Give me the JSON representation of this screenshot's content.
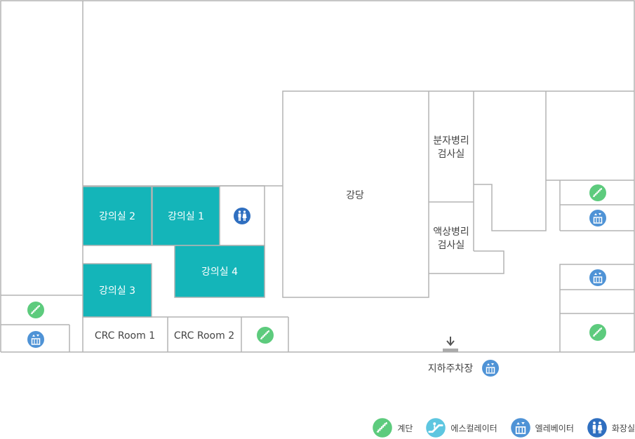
{
  "map": {
    "rooms": {
      "lecture2": "강의실 2",
      "lecture1": "강의실 1",
      "lecture3": "강의실 3",
      "lecture4": "강의실 4",
      "crc1": "CRC Room 1",
      "crc2": "CRC Room 2",
      "auditorium": "강당",
      "molecular_line1": "분자병리",
      "molecular_line2": "검사실",
      "liquid_line1": "액상병리",
      "liquid_line2": "검사실"
    },
    "parking_label": "지하주차장"
  },
  "legend": {
    "stairs": "계단",
    "escalator": "에스컬레이터",
    "elevator": "엘레베이터",
    "restroom": "화장실"
  },
  "colors": {
    "lecture_room": "#14b5b9",
    "stairs": "#5dcb7d",
    "escalator": "#5ec6e0",
    "elevator": "#4f93d6",
    "restroom": "#2f6fc0",
    "wall": "#b3b3b3"
  }
}
